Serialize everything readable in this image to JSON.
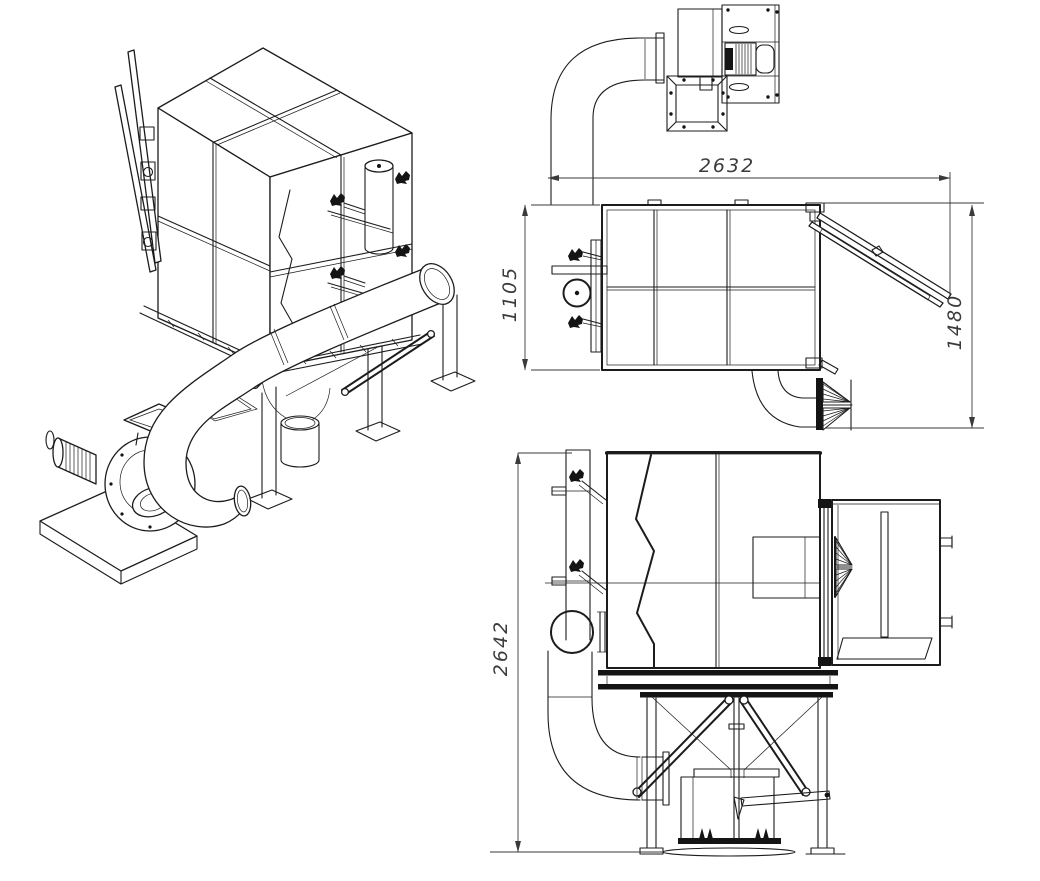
{
  "drawing": {
    "kind": "technical-three-view-drawing",
    "subject": "dust-collector-unit",
    "dimensions": {
      "overall_width": "2632",
      "body_depth": "1105",
      "lid_clearance_height": "1480",
      "overall_height": "2642"
    },
    "colors": {
      "line": "#1c1c1c",
      "background": "#ffffff",
      "dimension_text": "#3c3c3c"
    }
  }
}
